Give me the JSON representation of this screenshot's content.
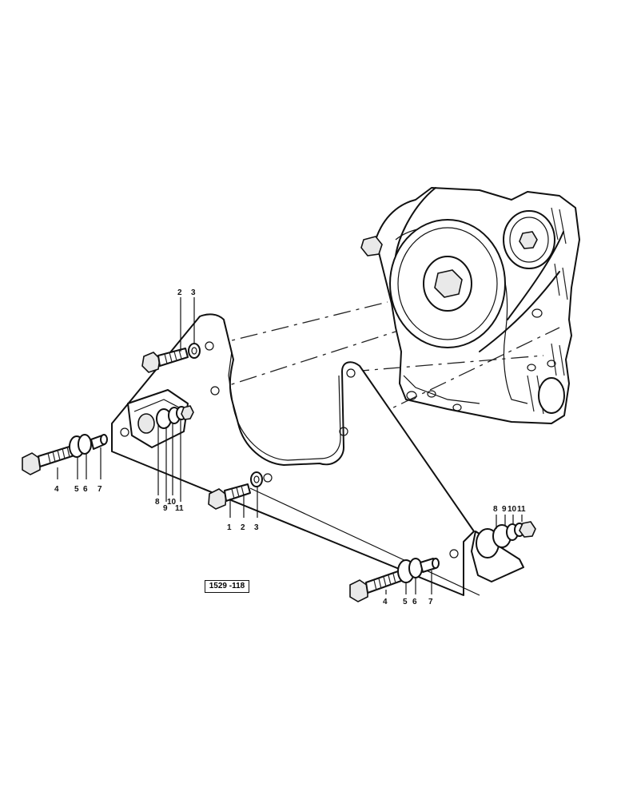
{
  "drawing": {
    "reference": "1529 -118"
  },
  "callouts": [
    {
      "id": "c2a",
      "text": "2"
    },
    {
      "id": "c3a",
      "text": "3"
    },
    {
      "id": "c4a",
      "text": "4"
    },
    {
      "id": "c5a",
      "text": "5"
    },
    {
      "id": "c6a",
      "text": "6"
    },
    {
      "id": "c7a",
      "text": "7"
    },
    {
      "id": "c8a",
      "text": "8"
    },
    {
      "id": "c9a",
      "text": "9"
    },
    {
      "id": "c10a",
      "text": "10"
    },
    {
      "id": "c11a",
      "text": "11"
    },
    {
      "id": "c1b",
      "text": "1"
    },
    {
      "id": "c2b",
      "text": "2"
    },
    {
      "id": "c3b",
      "text": "3"
    },
    {
      "id": "c8b",
      "text": "8"
    },
    {
      "id": "c9b",
      "text": "9"
    },
    {
      "id": "c10b",
      "text": "10"
    },
    {
      "id": "c11b",
      "text": "11"
    },
    {
      "id": "c4b",
      "text": "4"
    },
    {
      "id": "c5b",
      "text": "5"
    },
    {
      "id": "c6b",
      "text": "6"
    },
    {
      "id": "c7b",
      "text": "7"
    }
  ]
}
